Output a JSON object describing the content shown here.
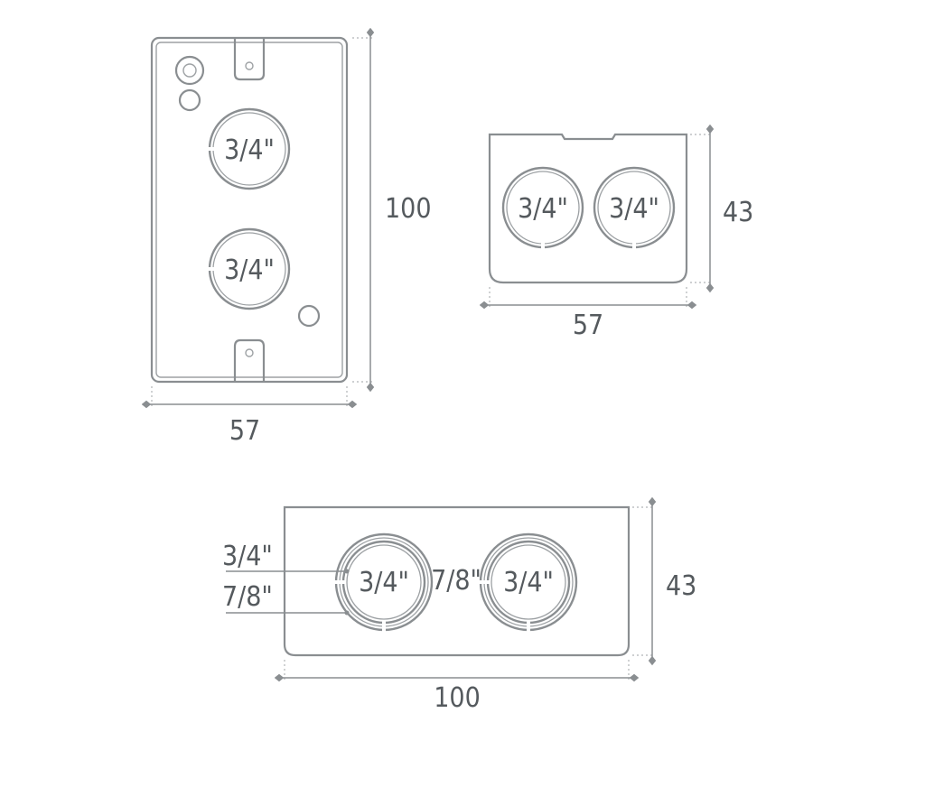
{
  "front_view": {
    "knockout_top": "3/4\"",
    "knockout_bottom": "3/4\"",
    "height_dim": "100",
    "width_dim": "57"
  },
  "side_view": {
    "knockout_left": "3/4\"",
    "knockout_right": "3/4\"",
    "height_dim": "43",
    "width_dim": "57"
  },
  "bottom_view": {
    "leader_inner": "3/4\"",
    "leader_outer": "7/8\"",
    "knockout_left": "3/4\"",
    "between_label": "7/8\"",
    "knockout_right": "3/4\"",
    "height_dim": "43",
    "width_dim": "100"
  }
}
